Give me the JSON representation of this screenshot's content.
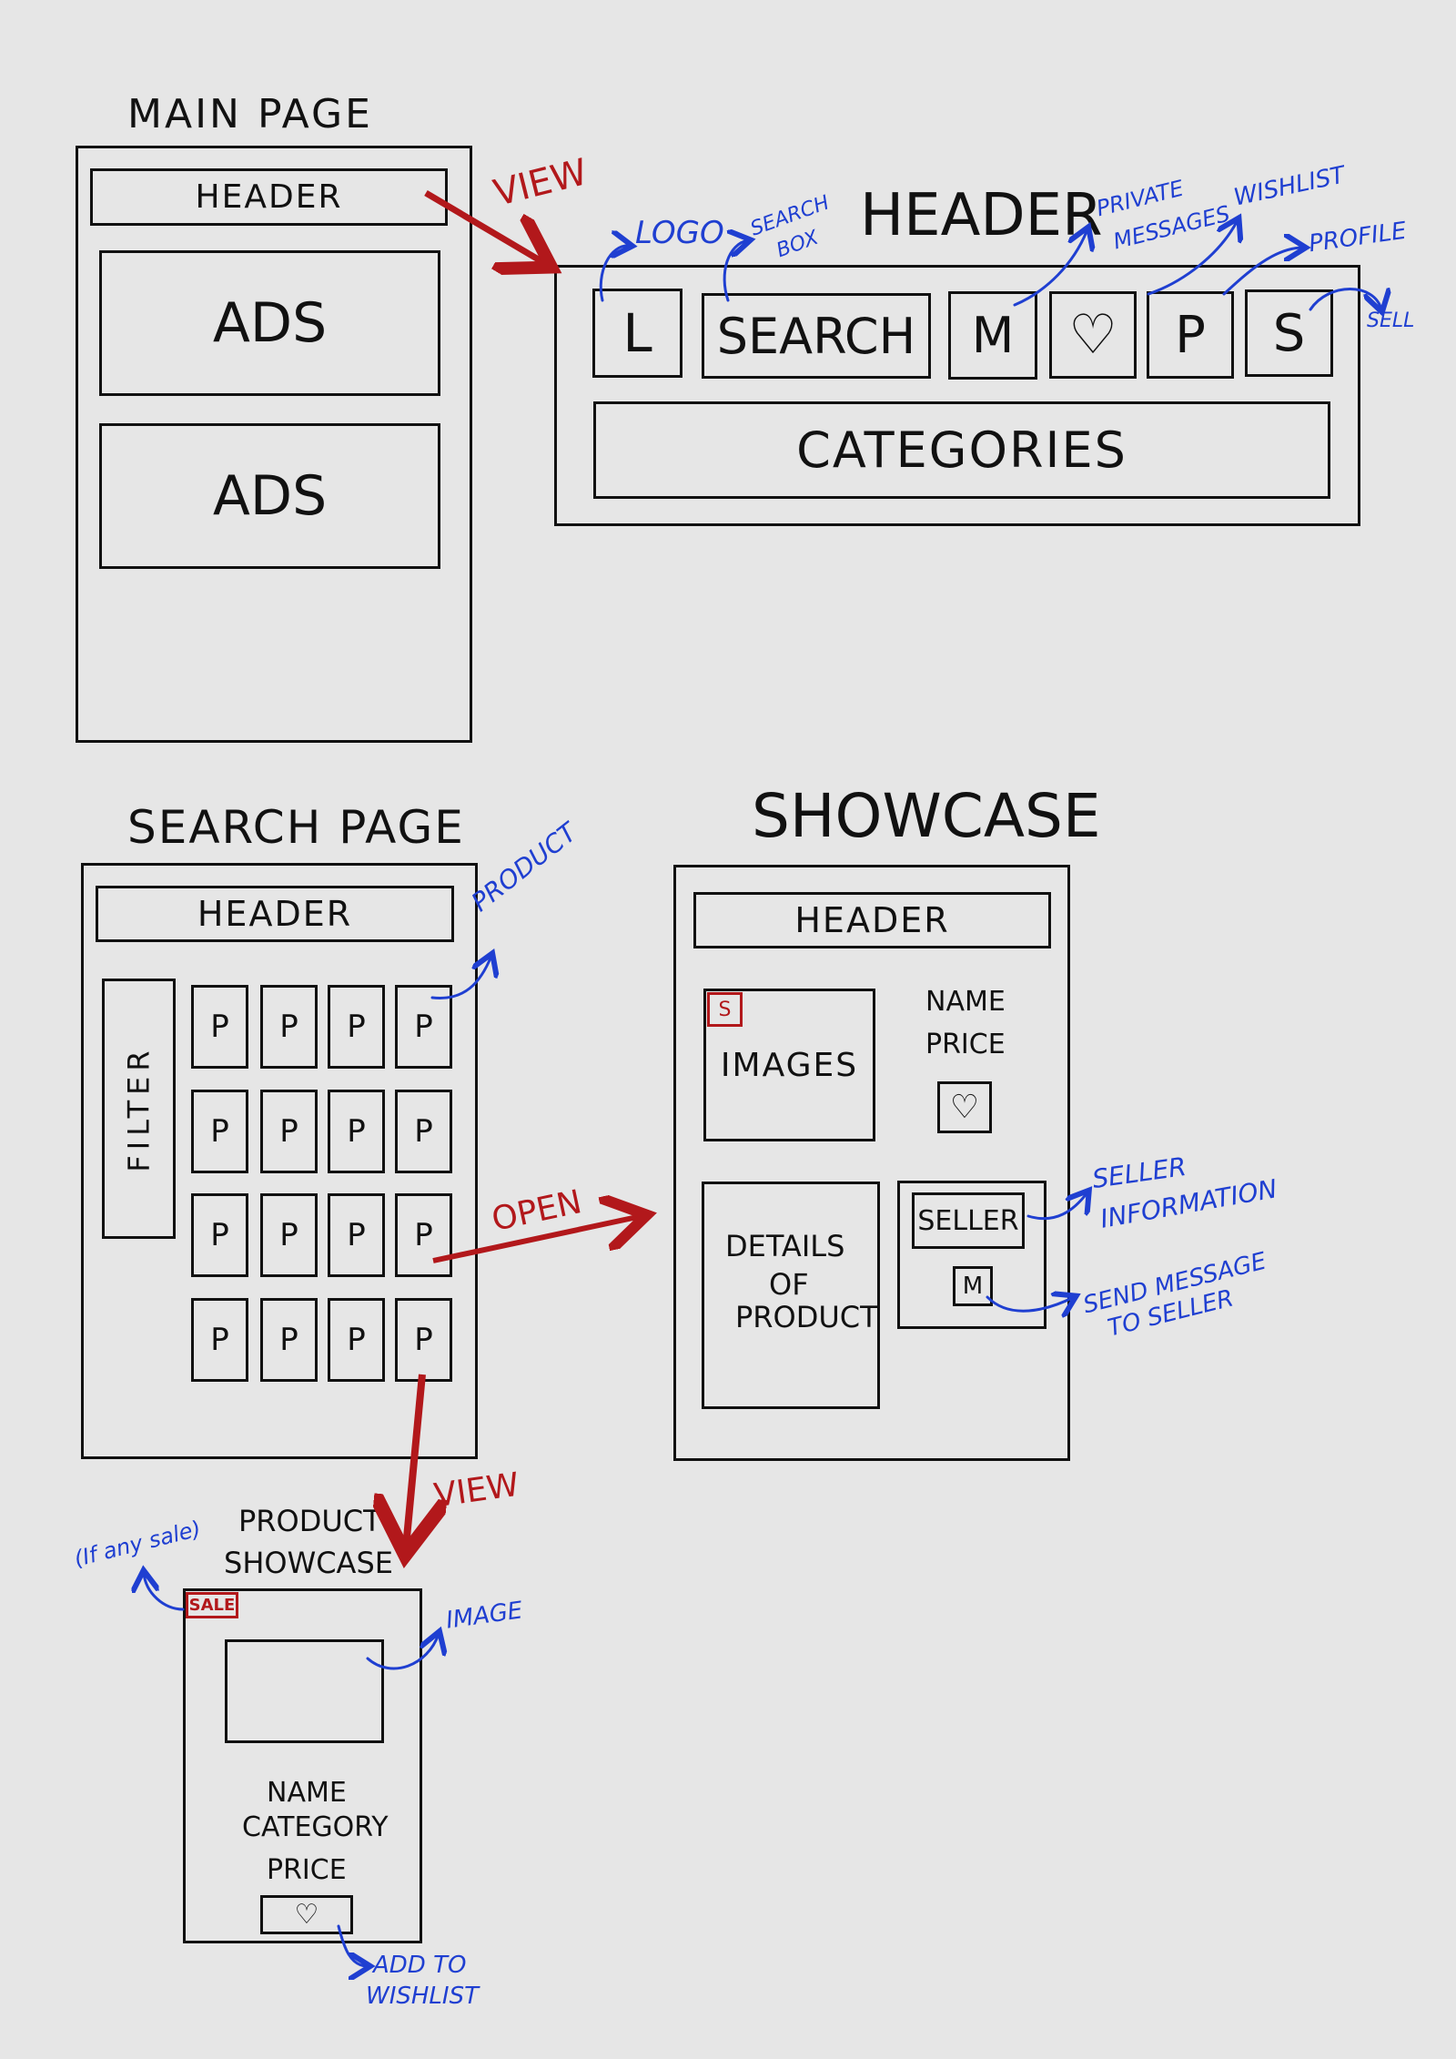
{
  "main_page": {
    "title": "MAIN PAGE",
    "header": "HEADER",
    "ads": [
      "ADS",
      "ADS"
    ]
  },
  "arrow_view_1": "VIEW",
  "header_detail": {
    "title": "HEADER",
    "buttons": [
      "L",
      "SEARCH",
      "M",
      "♡",
      "P",
      "S"
    ],
    "categories": "CATEGORIES",
    "notes": {
      "logo": "LOGO",
      "search_box": [
        "SEARCH",
        "BOX"
      ],
      "private_messages": [
        "PRIVATE",
        "MESSAGES"
      ],
      "wishlist": "WISHLIST",
      "profile": "PROFILE",
      "sell": "SELL"
    }
  },
  "search_page": {
    "title": "SEARCH PAGE",
    "header": "HEADER",
    "filter": "FILTER",
    "product_tile": "P",
    "note_product": "PRODUCT"
  },
  "arrow_open": "OPEN",
  "showcase": {
    "title": "SHOWCASE",
    "header": "HEADER",
    "images": "IMAGES",
    "sale_badge": "S",
    "name": "NAME",
    "price": "PRICE",
    "heart": "♡",
    "details": [
      "DETAILS",
      "OF",
      "PRODUCT"
    ],
    "seller": "SELLER",
    "message": "M",
    "notes": {
      "seller_info": [
        "SELLER",
        "INFORMATION"
      ],
      "send_message": [
        "SEND MESSAGE",
        "TO SELLER"
      ]
    }
  },
  "arrow_view_2": "VIEW",
  "product_showcase": {
    "title": [
      "PRODUCT",
      "SHOWCASE"
    ],
    "sale_badge": "SALE",
    "note_sale": "(If any sale)",
    "note_image": "IMAGE",
    "lines": [
      "NAME",
      "CATEGORY",
      "PRICE"
    ],
    "heart": "♡",
    "note_wishlist": [
      "ADD TO",
      "WISHLIST"
    ]
  },
  "colors": {
    "ink": "#111111",
    "annotation": "#1f3fd1",
    "flow_arrow": "#b2181b",
    "background": "#e6e6e6"
  }
}
